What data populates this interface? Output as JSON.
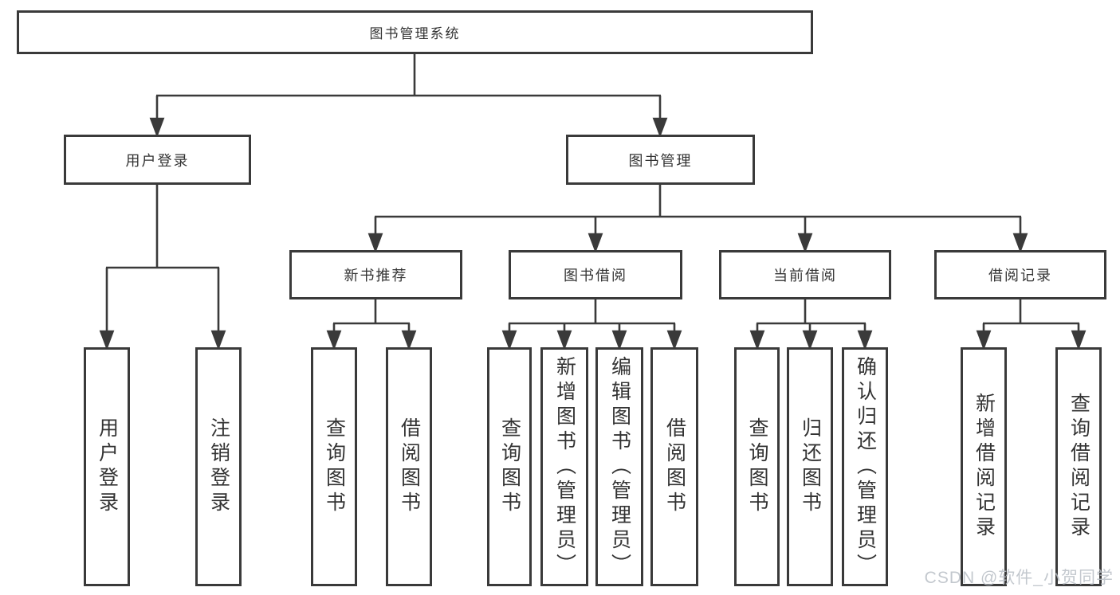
{
  "diagram": {
    "title": "图书管理系统",
    "type": "hierarchy",
    "colors": {
      "border": "#3a3a3a",
      "line": "#3a3a3a",
      "text": "#333333",
      "background": "#ffffff",
      "watermark": "#b9bfc6"
    },
    "tree": {
      "root": {
        "label": "图书管理系统"
      },
      "level2": [
        {
          "label": "用户登录"
        },
        {
          "label": "图书管理"
        }
      ],
      "level3": [
        {
          "label": "新书推荐"
        },
        {
          "label": "图书借阅"
        },
        {
          "label": "当前借阅"
        },
        {
          "label": "借阅记录"
        }
      ],
      "leaves": {
        "user_login": [
          {
            "label": "用户登录"
          },
          {
            "label": "注销登录"
          }
        ],
        "new_book": [
          {
            "label": "查询图书"
          },
          {
            "label": "借阅图书"
          }
        ],
        "book_borrow": [
          {
            "label": "查询图书"
          },
          {
            "label": "新增图书（管理员）"
          },
          {
            "label": "编辑图书（管理员）"
          },
          {
            "label": "借阅图书"
          }
        ],
        "current_borrow": [
          {
            "label": "查询图书"
          },
          {
            "label": "归还图书"
          },
          {
            "label": "确认归还（管理员）"
          }
        ],
        "borrow_record": [
          {
            "label": "新增借阅记录"
          },
          {
            "label": "查询借阅记录"
          }
        ]
      }
    },
    "watermark": "CSDN @软件_小贺同学"
  }
}
